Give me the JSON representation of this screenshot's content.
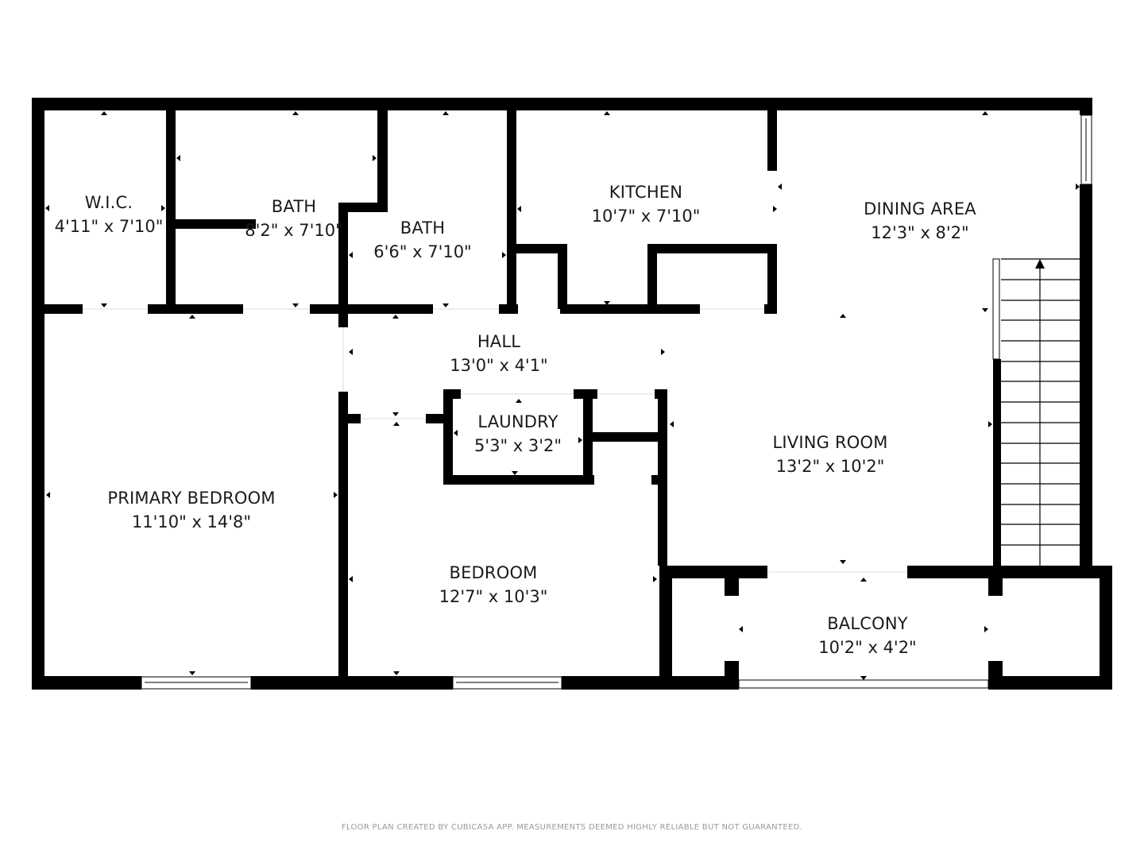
{
  "floor_plan": {
    "wall_color": "#000000",
    "background_color": "#ffffff",
    "rooms": [
      {
        "id": "wic",
        "name": "W.I.C.",
        "dimensions": "4'11\" x 7'10\""
      },
      {
        "id": "bath1",
        "name": "BATH",
        "dimensions": "8'2\" x 7'10\""
      },
      {
        "id": "bath2",
        "name": "BATH",
        "dimensions": "6'6\" x 7'10\""
      },
      {
        "id": "kitchen",
        "name": "KITCHEN",
        "dimensions": "10'7\" x 7'10\""
      },
      {
        "id": "dining",
        "name": "DINING AREA",
        "dimensions": "12'3\" x 8'2\""
      },
      {
        "id": "hall",
        "name": "HALL",
        "dimensions": "13'0\" x 4'1\""
      },
      {
        "id": "laundry",
        "name": "LAUNDRY",
        "dimensions": "5'3\" x 3'2\""
      },
      {
        "id": "living",
        "name": "LIVING ROOM",
        "dimensions": "13'2\" x 10'2\""
      },
      {
        "id": "primary",
        "name": "PRIMARY BEDROOM",
        "dimensions": "11'10\" x 14'8\""
      },
      {
        "id": "bedroom",
        "name": "BEDROOM",
        "dimensions": "12'7\" x 10'3\""
      },
      {
        "id": "balcony",
        "name": "BALCONY",
        "dimensions": "10'2\" x 4'2\""
      }
    ],
    "stairs": {
      "direction": "up",
      "steps": 15
    }
  },
  "footer": {
    "disclaimer": "FLOOR PLAN CREATED BY CUBICASA APP. MEASUREMENTS DEEMED HIGHLY RELIABLE BUT NOT GUARANTEED."
  }
}
